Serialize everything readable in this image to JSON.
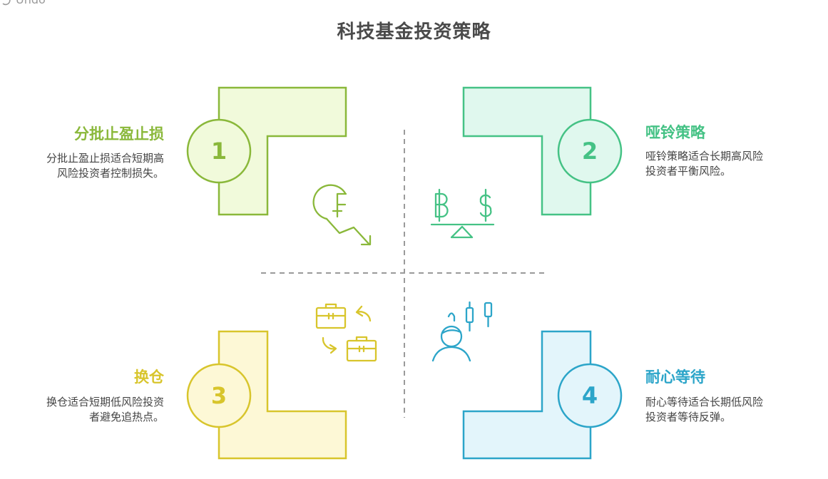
{
  "toolbar": {
    "undo_label": "Undo"
  },
  "title": "科技基金投资策略",
  "colors": {
    "green": "#8ab83a",
    "teal": "#45c285",
    "yellow": "#d8c52c",
    "blue": "#2ca5c9",
    "divider": "#9a9a9a"
  },
  "strategies": [
    {
      "number": "1",
      "heading": "分批止盈止损",
      "desc_line1": "分批止盈止损适合短期高",
      "desc_line2": "风险投资者控制损失。",
      "icon": "franc-decline-icon"
    },
    {
      "number": "2",
      "heading": "哑铃策略",
      "desc_line1": "哑铃策略适合长期高风险",
      "desc_line2": "投资者平衡风险。",
      "icon": "currency-balance-icon"
    },
    {
      "number": "3",
      "heading": "换仓",
      "desc_line1": "换仓适合短期低风险投资",
      "desc_line2": "者避免追热点。",
      "icon": "briefcase-swap-icon"
    },
    {
      "number": "4",
      "heading": "耐心等待",
      "desc_line1": "耐心等待适合长期低风险",
      "desc_line2": "投资者等待反弹。",
      "icon": "investor-candlestick-icon"
    }
  ]
}
